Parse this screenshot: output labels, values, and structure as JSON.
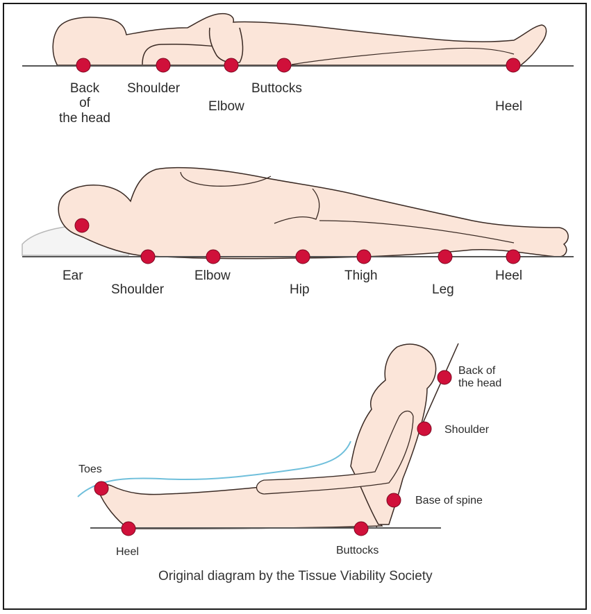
{
  "figure": {
    "caption": "Original diagram by the Tissue Viability Society",
    "colors": {
      "skin": "#fbe5d9",
      "outline": "#3a2a24",
      "pressure_point": "#d0103a",
      "surface": "#555555",
      "water_line": "#6fbfdb",
      "pillow": "#f4f4f4"
    },
    "panels": [
      {
        "position": "supine",
        "points": [
          "Back\nof\nthe head",
          "Shoulder",
          "Elbow",
          "Buttocks",
          "Heel"
        ]
      },
      {
        "position": "side-lying",
        "points": [
          "Ear",
          "Shoulder",
          "Elbow",
          "Hip",
          "Thigh",
          "Leg",
          "Heel"
        ]
      },
      {
        "position": "sitting",
        "points": [
          "Back of\nthe head",
          "Shoulder",
          "Base of spine",
          "Toes",
          "Heel",
          "Buttocks"
        ]
      }
    ]
  }
}
